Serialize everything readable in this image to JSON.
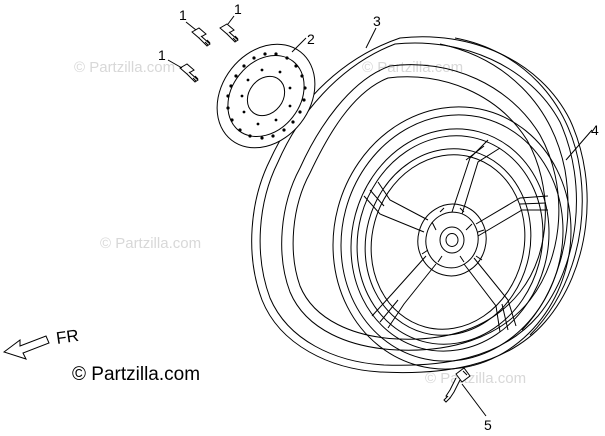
{
  "diagram": {
    "callouts": [
      {
        "id": "c1a",
        "label": "1"
      },
      {
        "id": "c1b",
        "label": "1"
      },
      {
        "id": "c1c",
        "label": "1"
      },
      {
        "id": "c2",
        "label": "2"
      },
      {
        "id": "c3",
        "label": "3"
      },
      {
        "id": "c4",
        "label": "4"
      },
      {
        "id": "c5",
        "label": "5"
      }
    ],
    "direction_label": "FR",
    "watermarks": [
      "© Partzilla.com",
      "© Partzilla.com",
      "© Partzilla.com",
      "© Partzilla.com"
    ],
    "brand": "© Partzilla.com"
  }
}
